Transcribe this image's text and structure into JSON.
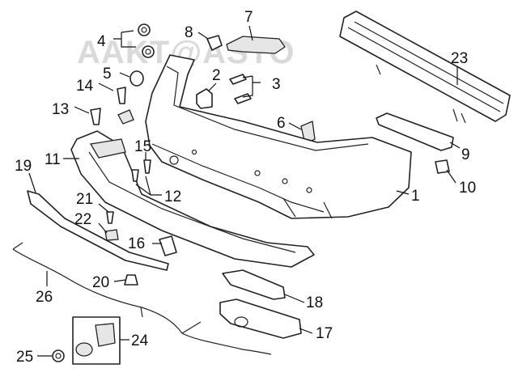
{
  "watermark": "AAKT@ASTO",
  "callouts": {
    "c1": "1",
    "c2": "2",
    "c3": "3",
    "c4": "4",
    "c5": "5",
    "c6": "6",
    "c7": "7",
    "c8": "8",
    "c9": "9",
    "c10": "10",
    "c11": "11",
    "c12": "12",
    "c13": "13",
    "c14": "14",
    "c15": "15",
    "c16": "16",
    "c17": "17",
    "c18": "18",
    "c19": "19",
    "c20": "20",
    "c21": "21",
    "c22": "22",
    "c23": "23",
    "c24": "24",
    "c25": "25",
    "c26": "26"
  }
}
